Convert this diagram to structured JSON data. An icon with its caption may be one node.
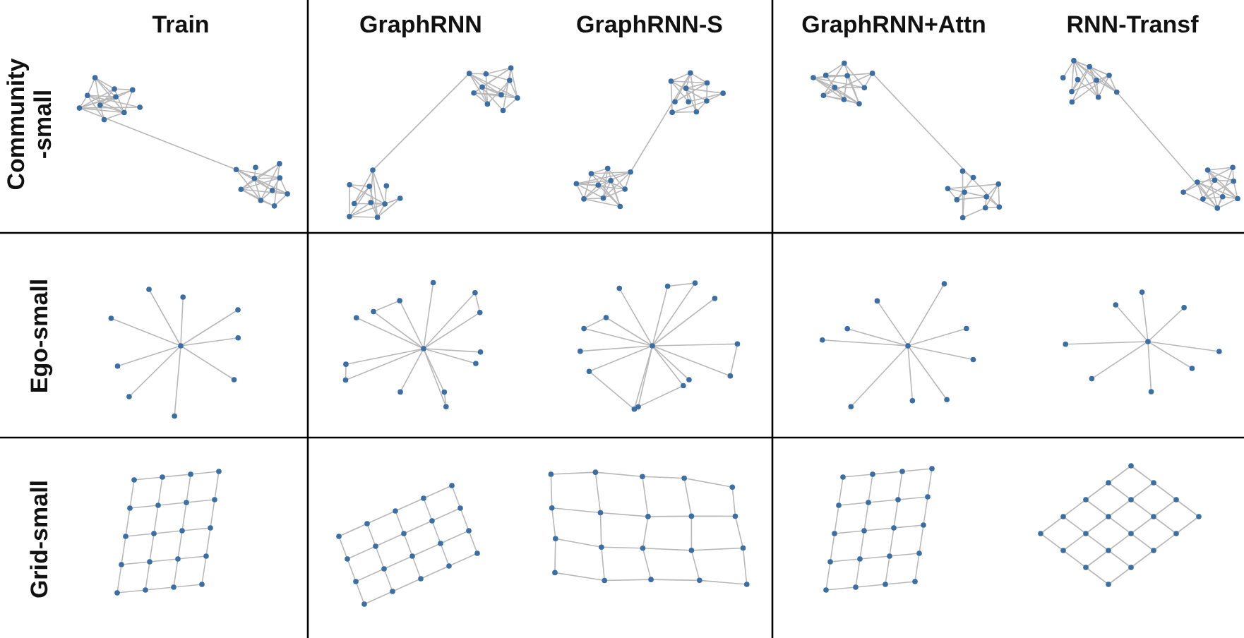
{
  "diagram": {
    "labels": [
      "Train",
      "GraphRNN",
      "GraphRNN-S",
      "GraphRNN+Attn",
      "RNN-Transf",
      "Community -small",
      "Ego-small",
      "Grid-small"
    ]
  }
}
